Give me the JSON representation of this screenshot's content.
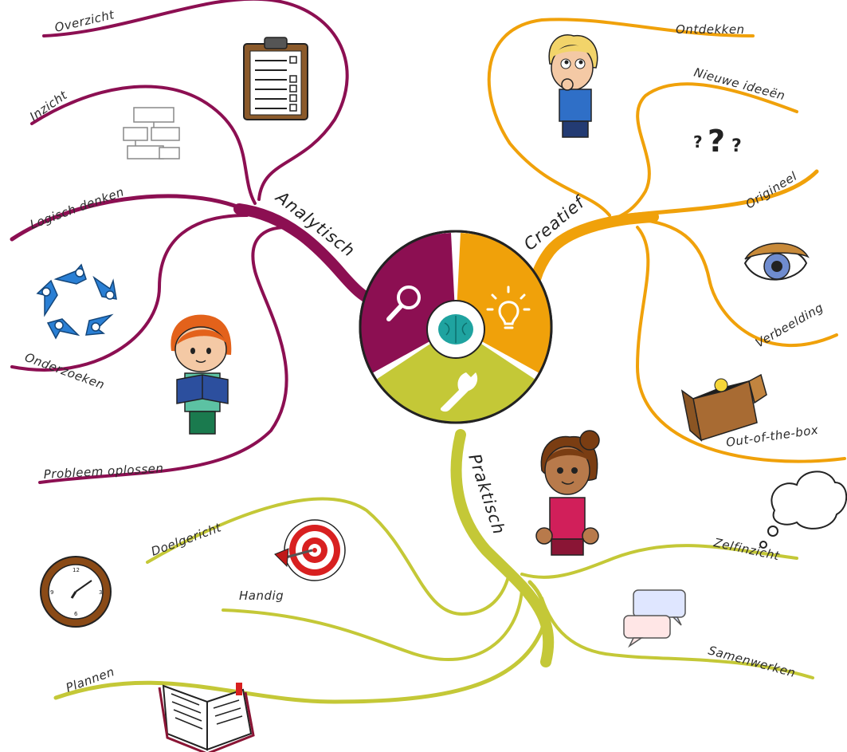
{
  "colors": {
    "analytisch": "#8c0f52",
    "creatief": "#f0a10a",
    "praktisch": "#c4c837",
    "brain": "#1fa3a0"
  },
  "branches": {
    "analytisch": {
      "title": "Analytisch",
      "icon": "magnifier-icon",
      "items": [
        "Overzicht",
        "Inzicht",
        "Logisch denken",
        "Onderzoeken",
        "Probleem oplossen"
      ]
    },
    "creatief": {
      "title": "Creatief",
      "icon": "lightbulb-icon",
      "items": [
        "Ontdekken",
        "Nieuwe ideeën",
        "Origineel",
        "Verbeelding",
        "Out-of-the-box"
      ]
    },
    "praktisch": {
      "title": "Praktisch",
      "icon": "wrench-icon",
      "items": [
        "Doelgericht",
        "Handig",
        "Plannen",
        "Zelfinzicht",
        "Samenwerken"
      ]
    }
  },
  "center": {
    "icon": "brain-icon"
  },
  "illustrations": [
    "clipboard-icon",
    "flowchart-icon",
    "cycle-arrows-icon",
    "reading-girl-icon",
    "thinking-boy-icon",
    "question-marks-icon",
    "eye-icon",
    "box-lightbulb-icon",
    "girl-icon",
    "thought-cloud-icon",
    "speech-bubbles-icon",
    "target-icon",
    "clock-icon",
    "notebook-icon"
  ]
}
